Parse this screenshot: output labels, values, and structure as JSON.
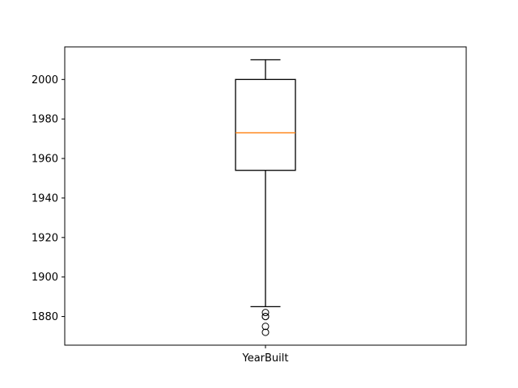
{
  "chart_data": {
    "type": "box",
    "categories": [
      "YearBuilt"
    ],
    "boxes": [
      {
        "name": "YearBuilt",
        "whisker_low": 1885,
        "q1": 1954,
        "median": 1973,
        "q3": 2000,
        "whisker_high": 2010,
        "outliers": [
          1882,
          1880,
          1880,
          1875,
          1872
        ]
      }
    ],
    "title": "",
    "xlabel": "",
    "ylabel": "",
    "ylim": [
      1865.5,
      2016.5
    ],
    "yticks": [
      1880,
      1900,
      1920,
      1940,
      1960,
      1980,
      2000
    ],
    "grid": false,
    "colors": {
      "box": "#000000",
      "median": "#ff7f0e",
      "outlier": "#000000"
    }
  }
}
